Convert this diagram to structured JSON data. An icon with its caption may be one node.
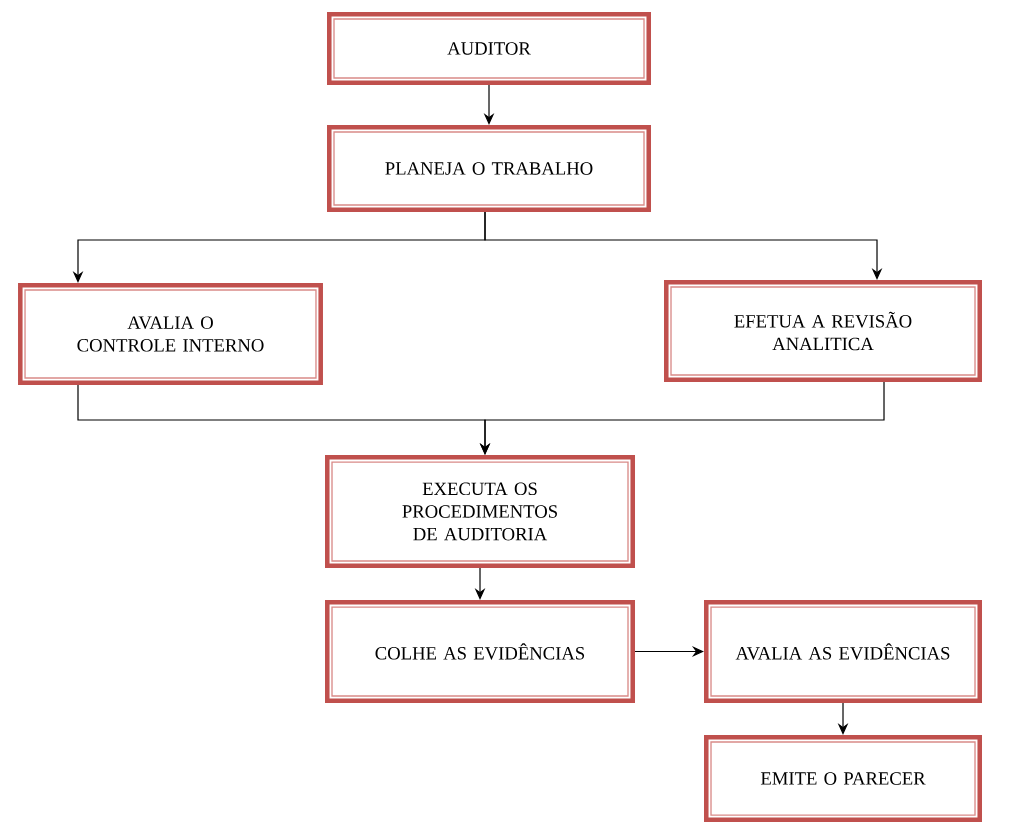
{
  "diagram": {
    "nodes": [
      {
        "text": [
          "AUDITOR"
        ]
      },
      {
        "text": [
          "PLANEJA O TRABALHO"
        ]
      },
      {
        "text": [
          "AVALIA O CONTROLE INTERNO"
        ]
      },
      {
        "text": [
          "EFETUA A REVISÃO ANALITICA"
        ]
      },
      {
        "text": [
          "EXECUTA OS PROCEDIMENTOS DE AUDITORIA"
        ]
      },
      {
        "text": [
          "COLHE AS EVIDÊNCIAS"
        ]
      },
      {
        "text": [
          "AVALIA AS EVIDÊNCIAS"
        ]
      },
      {
        "text": [
          "EMITE O PARECER"
        ]
      }
    ],
    "edges": [
      {
        "from": 0,
        "to": 1,
        "arrow": "to"
      },
      {
        "from": 1,
        "to": 2,
        "arrow": "to"
      },
      {
        "from": 1,
        "to": 3,
        "arrow": "to"
      },
      {
        "from": 2,
        "to": 4,
        "arrow": "to"
      },
      {
        "from": 3,
        "to": 4,
        "arrow": "to"
      },
      {
        "from": 4,
        "to": 5,
        "arrow": "to"
      },
      {
        "from": 5,
        "to": 6,
        "arrow": "to"
      },
      {
        "from": 6,
        "to": 7,
        "arrow": "to"
      }
    ]
  }
}
